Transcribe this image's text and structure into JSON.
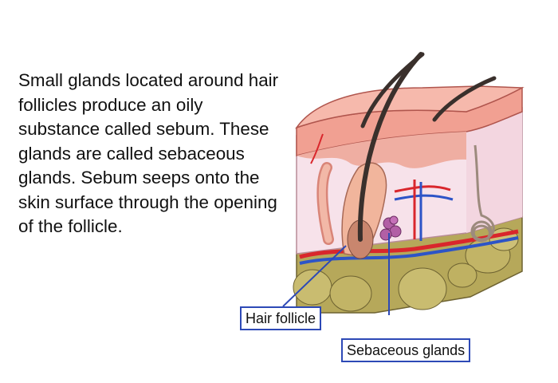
{
  "description_text": "Small glands located around hair follicles produce an oily substance called sebum. These glands are called sebaceous glands. Sebum seeps onto the skin surface through the opening of the follicle.",
  "labels": {
    "hair_follicle": "Hair follicle",
    "sebaceous_glands": "Sebaceous glands"
  },
  "colors": {
    "label_border": "#2d49b6",
    "epidermis": "#f1a092",
    "dermis": "#f7e2ea",
    "fat": "#b6a85a",
    "artery": "#d9262c",
    "vein": "#2d54c7",
    "hair": "#3a302c"
  }
}
